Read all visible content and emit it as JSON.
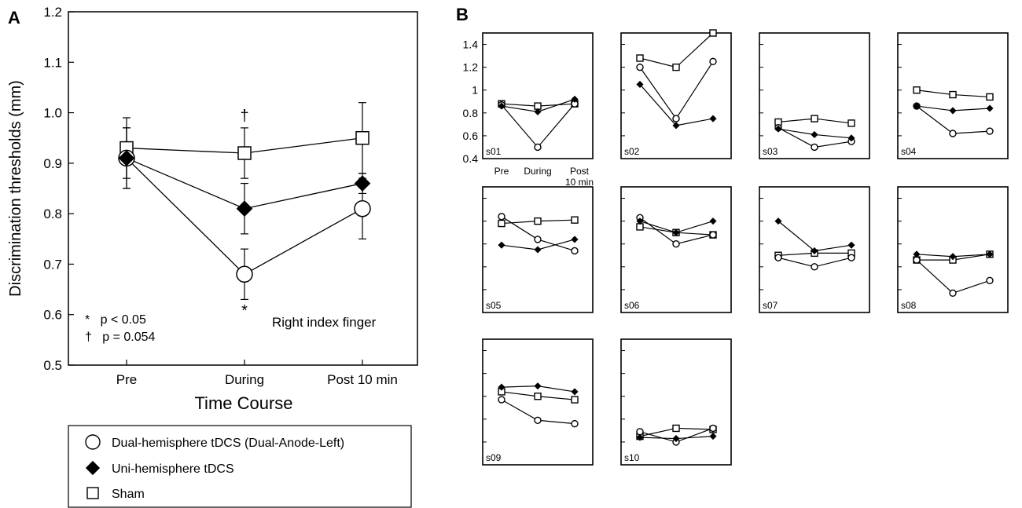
{
  "panel_a": {
    "label": "A",
    "annotation": "Right index finger",
    "sig1": "*   p < 0.05",
    "sig2": "†   p = 0.054",
    "during_star": "*",
    "during_dagger": "†"
  },
  "panel_b": {
    "label": "B",
    "x_ticks": [
      "Pre",
      "During",
      "Post"
    ],
    "x_tick_extra": "10 min"
  },
  "legend": {
    "items": [
      {
        "label": "Dual-hemisphere tDCS (Dual-Anode-Left)",
        "marker": "circle-open"
      },
      {
        "label": "Uni-hemisphere tDCS",
        "marker": "diamond-filled"
      },
      {
        "label": "Sham",
        "marker": "square-open"
      }
    ]
  },
  "chart_data": [
    {
      "type": "line",
      "panel": "A",
      "xlabel": "Time Course",
      "ylabel": "Discrimination thresholds (mm)",
      "categories": [
        "Pre",
        "During",
        "Post 10 min"
      ],
      "ylim": [
        0.5,
        1.2
      ],
      "yticks": [
        "0.5",
        "0.6",
        "0.7",
        "0.8",
        "0.9",
        "1.0",
        "1.1",
        "1.2"
      ],
      "series": [
        {
          "name": "Dual-hemisphere tDCS (Dual-Anode-Left)",
          "marker": "circle-open",
          "values": [
            0.91,
            0.68,
            0.81
          ],
          "err": [
            0.06,
            0.05,
            0.06
          ]
        },
        {
          "name": "Uni-hemisphere tDCS",
          "marker": "diamond-filled",
          "values": [
            0.91,
            0.81,
            0.86
          ],
          "err": [
            0.06,
            0.05,
            0.02
          ]
        },
        {
          "name": "Sham",
          "marker": "square-open",
          "values": [
            0.93,
            0.92,
            0.95
          ],
          "err": [
            0.06,
            0.05,
            0.07
          ]
        }
      ]
    },
    {
      "type": "line",
      "panel": "B",
      "categories": [
        "Pre",
        "During",
        "Post 10 min"
      ],
      "ylim": [
        0.4,
        1.5
      ],
      "yticks": [
        "0.4",
        "0.6",
        "0.8",
        "1",
        "1.2",
        "1.4"
      ],
      "subjects": [
        {
          "id": "s01",
          "dual": [
            0.87,
            0.5,
            0.88
          ],
          "uni": [
            0.86,
            0.81,
            0.92
          ],
          "sham": [
            0.88,
            0.86,
            0.88
          ]
        },
        {
          "id": "s02",
          "dual": [
            1.2,
            0.75,
            1.25
          ],
          "uni": [
            1.05,
            0.69,
            0.75
          ],
          "sham": [
            1.28,
            1.2,
            1.5
          ]
        },
        {
          "id": "s03",
          "dual": [
            0.67,
            0.5,
            0.55
          ],
          "uni": [
            0.66,
            0.61,
            0.58
          ],
          "sham": [
            0.72,
            0.75,
            0.71
          ]
        },
        {
          "id": "s04",
          "dual": [
            0.86,
            0.62,
            0.64
          ],
          "uni": [
            0.86,
            0.82,
            0.84
          ],
          "sham": [
            1.0,
            0.96,
            0.94
          ]
        },
        {
          "id": "s05",
          "dual": [
            1.24,
            1.04,
            0.94
          ],
          "uni": [
            0.99,
            0.95,
            1.04
          ],
          "sham": [
            1.18,
            1.2,
            1.21
          ]
        },
        {
          "id": "s06",
          "dual": [
            1.23,
            1.0,
            1.08
          ],
          "uni": [
            1.2,
            1.1,
            1.2
          ],
          "sham": [
            1.15,
            1.1,
            1.08
          ]
        },
        {
          "id": "s07",
          "dual": [
            0.88,
            0.8,
            0.88
          ],
          "uni": [
            1.2,
            0.94,
            0.99
          ],
          "sham": [
            0.9,
            0.92,
            0.92
          ]
        },
        {
          "id": "s08",
          "dual": [
            0.86,
            0.57,
            0.68
          ],
          "uni": [
            0.91,
            0.89,
            0.91
          ],
          "sham": [
            0.86,
            0.86,
            0.91
          ]
        },
        {
          "id": "s09",
          "dual": [
            0.97,
            0.79,
            0.76
          ],
          "uni": [
            1.08,
            1.09,
            1.04
          ],
          "sham": [
            1.04,
            1.0,
            0.97
          ]
        },
        {
          "id": "s10",
          "dual": [
            0.69,
            0.6,
            0.72
          ],
          "uni": [
            0.64,
            0.63,
            0.65
          ],
          "sham": [
            0.65,
            0.72,
            0.71
          ]
        }
      ]
    }
  ]
}
